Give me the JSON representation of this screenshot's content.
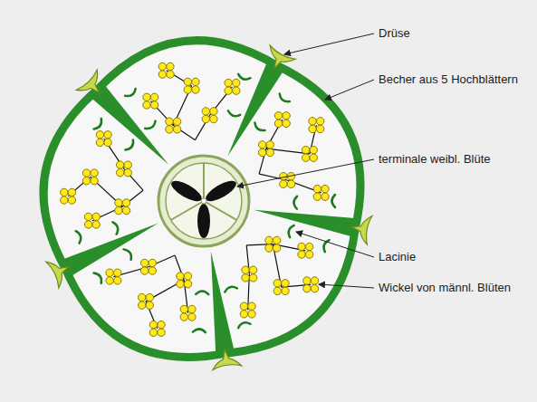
{
  "diagram": {
    "labels": [
      "Drüse",
      "Becher aus 5 Hochblättern",
      "terminale weibl. Blüte",
      "Lacinie",
      "Wickel von männl. Blüten"
    ]
  }
}
